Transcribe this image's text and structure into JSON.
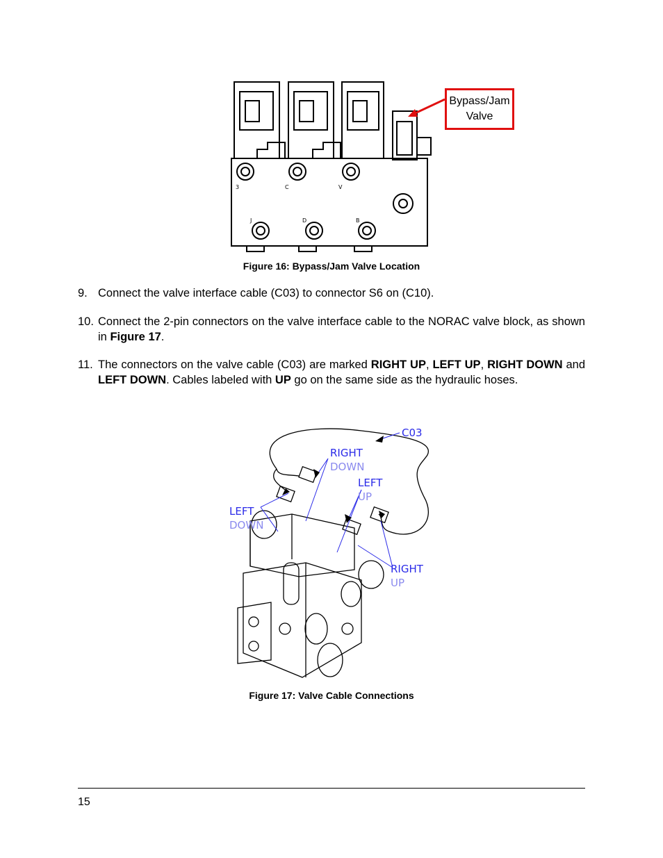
{
  "figure16": {
    "callout": [
      "Bypass/Jam",
      "Valve"
    ],
    "port_labels": [
      "3",
      "C",
      "V",
      "J",
      "D",
      "B"
    ],
    "caption": "Figure 16: Bypass/Jam Valve Location"
  },
  "steps": [
    {
      "num": "9.",
      "parts": [
        {
          "t": "Connect the valve interface cable (C03) to connector S6 on (C10).",
          "b": false
        }
      ]
    },
    {
      "num": "10.",
      "parts": [
        {
          "t": "Connect the 2-pin connectors on the valve interface cable to the NORAC valve block, as shown in ",
          "b": false
        },
        {
          "t": "Figure 17",
          "b": true
        },
        {
          "t": ".",
          "b": false
        }
      ]
    },
    {
      "num": "11.",
      "parts": [
        {
          "t": "The connectors on the valve cable (C03) are marked ",
          "b": false
        },
        {
          "t": "RIGHT UP",
          "b": true
        },
        {
          "t": ", ",
          "b": false
        },
        {
          "t": "LEFT UP",
          "b": true
        },
        {
          "t": ", ",
          "b": false
        },
        {
          "t": "RIGHT DOWN",
          "b": true
        },
        {
          "t": " and ",
          "b": false
        },
        {
          "t": "LEFT DOWN",
          "b": true
        },
        {
          "t": ".  Cables labeled with ",
          "b": false
        },
        {
          "t": "UP",
          "b": true
        },
        {
          "t": " go on the same side as the hydraulic hoses.",
          "b": false
        }
      ]
    }
  ],
  "figure17": {
    "labels": {
      "c03": "C03",
      "right_down": [
        "RIGHT",
        "DOWN"
      ],
      "left_up": [
        "LEFT",
        "UP"
      ],
      "left_down": [
        "LEFT",
        "DOWN"
      ],
      "right_up": [
        "RIGHT",
        "UP"
      ]
    },
    "caption": "Figure 17: Valve Cable Connections"
  },
  "footer": {
    "page_number": "15"
  },
  "colors": {
    "callout_border": "#e01010",
    "label_blue": "#2a2ae8"
  }
}
